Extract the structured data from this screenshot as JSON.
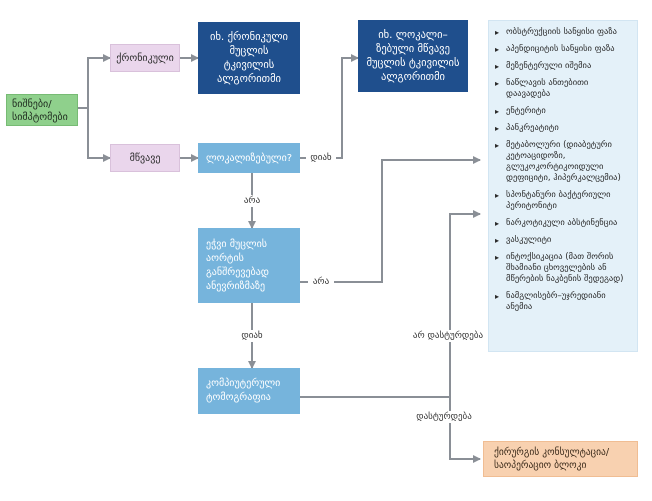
{
  "nodes": {
    "start": "ნიშნები/სიმპტომები",
    "chronic": "ქრონიკული",
    "acute": "მწვავე",
    "chronic_algorithm": "იხ. ქრონიკული მუცლის ტკივილის ალგორითმი",
    "localized_question": "ლოკალიზებული?",
    "localized_algorithm": "იხ. ლოკალი–ზებული მწვავე მუცლის ტკივილის ალგორითმი",
    "urgent_question": "ეჭვი მუცლის აორტის განშრევებად ანევრიზმაზე",
    "ct": "კომპიუტერული ტომოგრაფია",
    "surgery": "ქირურგის კონსულტაცია/საოპერაციო ბლოკი"
  },
  "edge_labels": {
    "yes_right": "დიახ",
    "no_down": "არა",
    "no_right": "არა",
    "yes_down": "დიახ",
    "not_confirmed": "არ დასტურდება",
    "confirmed": "დასტურდება"
  },
  "differential_list": [
    "ობსტრუქციის სანყისი ფაზა",
    "აპენდიციტის სანყისი ფაზა",
    "მეზენტერული იშემია",
    "ნაწლავის ანთებითი დაავადება",
    "ენტერიტი",
    "პანკრეატიტი",
    "მეტაბოლური (დიაბეტური კეტოაციდოზი, გლუკოკორტიკოიდული დეფიციტი, ჰიპერკალცემია)",
    "სპონტანური ბაქტერიული პერიტონიტი",
    "ნარკოტიკული აბსტინენცია",
    "ვასკულიტი",
    "ინტოქსიკაცია (მათ შორის შხამიანი ცხოველების ან მწერების ნაკბენის შედეგად)",
    "ნამგლისებრ–უჯრედიანი ანემია"
  ],
  "colors": {
    "start": "#8fd08c",
    "branch": "#ead6ec",
    "reference": "#1f4f8d",
    "process": "#76b4dc",
    "list_panel": "#e4f1f9",
    "outcome": "#f8d1b0",
    "arrow": "#8a8f96"
  }
}
